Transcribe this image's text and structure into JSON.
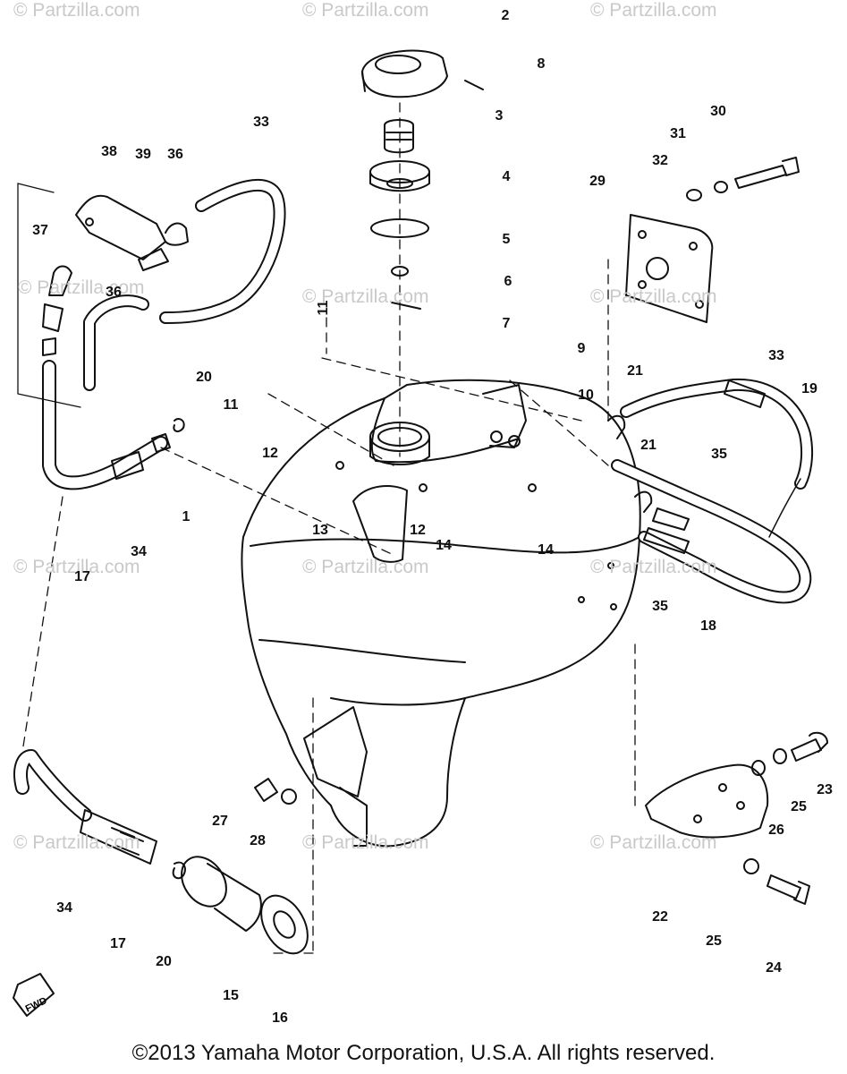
{
  "diagram": {
    "callouts": [
      "1",
      "2",
      "3",
      "4",
      "5",
      "6",
      "7",
      "8",
      "9",
      "10",
      "11",
      "11",
      "12",
      "12",
      "13",
      "14",
      "14",
      "15",
      "16",
      "17",
      "17",
      "18",
      "19",
      "20",
      "20",
      "21",
      "21",
      "22",
      "23",
      "24",
      "25",
      "25",
      "26",
      "27",
      "28",
      "29",
      "30",
      "31",
      "32",
      "33",
      "33",
      "34",
      "34",
      "35",
      "35",
      "36",
      "36",
      "37",
      "38",
      "39"
    ],
    "watermark_text": "© Partzilla.com",
    "fwd_label": "FWD",
    "copyright": "©2013 Yamaha Motor Corporation, U.S.A. All rights reserved."
  }
}
